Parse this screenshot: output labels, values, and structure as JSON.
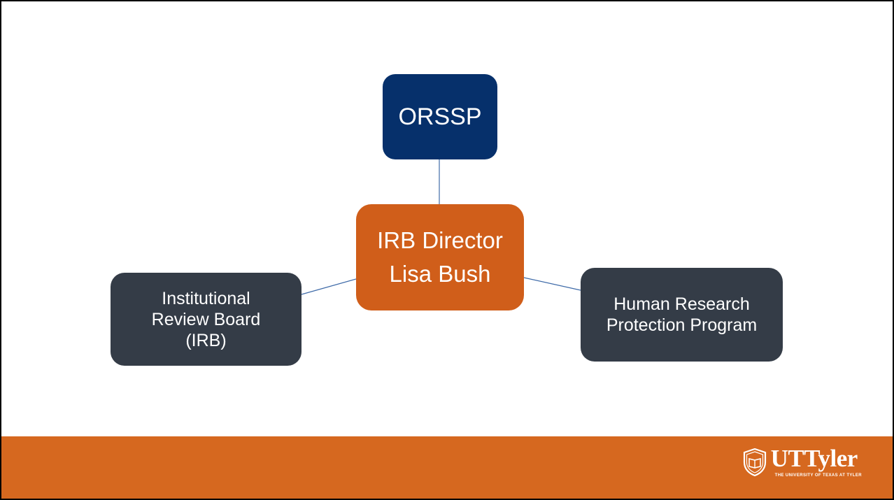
{
  "colors": {
    "top_node": "#06306b",
    "center_node": "#d05e1a",
    "side_nodes": "#343c47",
    "connector": "#3e6aa8",
    "footer": "#d6681f",
    "logo_text": "#ffffff"
  },
  "diagram": {
    "top_node": {
      "lines": [
        "ORSSP"
      ]
    },
    "center_node": {
      "lines": [
        "IRB Director",
        "Lisa Bush"
      ]
    },
    "left_node": {
      "lines": [
        "Institutional",
        "Review Board",
        "(IRB)"
      ]
    },
    "right_node": {
      "lines": [
        "Human Research",
        "Protection Program"
      ]
    }
  },
  "footer": {
    "logo": {
      "name": "UTTyler",
      "tagline": "THE UNIVERSITY OF TEXAS AT TYLER",
      "icon": "shield-book-icon"
    }
  }
}
